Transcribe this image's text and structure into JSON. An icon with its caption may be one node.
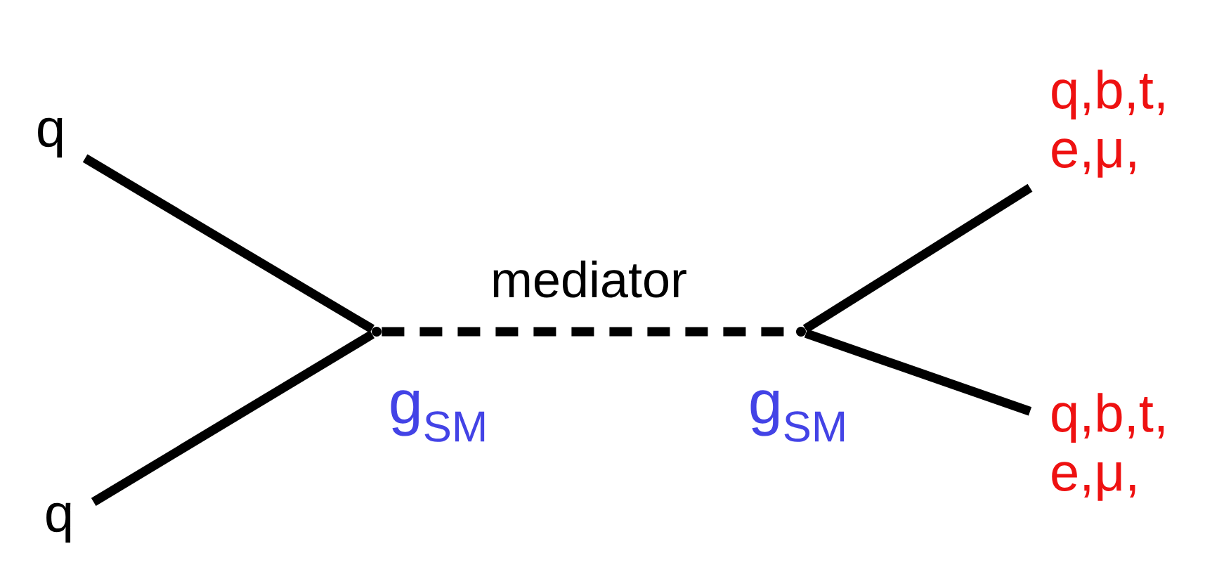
{
  "diagram": {
    "nodes": [
      {
        "text": [
          "q"
        ]
      },
      {
        "text": [
          "q"
        ]
      },
      {
        "text": [],
        "shape": "point",
        "beside": [
          "g$_{SM}$"
        ]
      },
      {
        "text": [],
        "shape": "point",
        "beside": [
          "g$_{SM}$"
        ]
      },
      {
        "text": [
          "q,b,t, e,μ,"
        ]
      },
      {
        "text": [
          "q,b,t, e,μ,"
        ]
      }
    ],
    "edges": [
      {
        "from": 0,
        "to": 2,
        "arrow": "none"
      },
      {
        "from": 1,
        "to": 2,
        "arrow": "none"
      },
      {
        "from": 2,
        "to": 3,
        "arrow": "none",
        "style": "dashed",
        "label": "mediator"
      },
      {
        "from": 3,
        "to": 4,
        "arrow": "none"
      },
      {
        "from": 3,
        "to": 5,
        "arrow": "none"
      }
    ]
  }
}
